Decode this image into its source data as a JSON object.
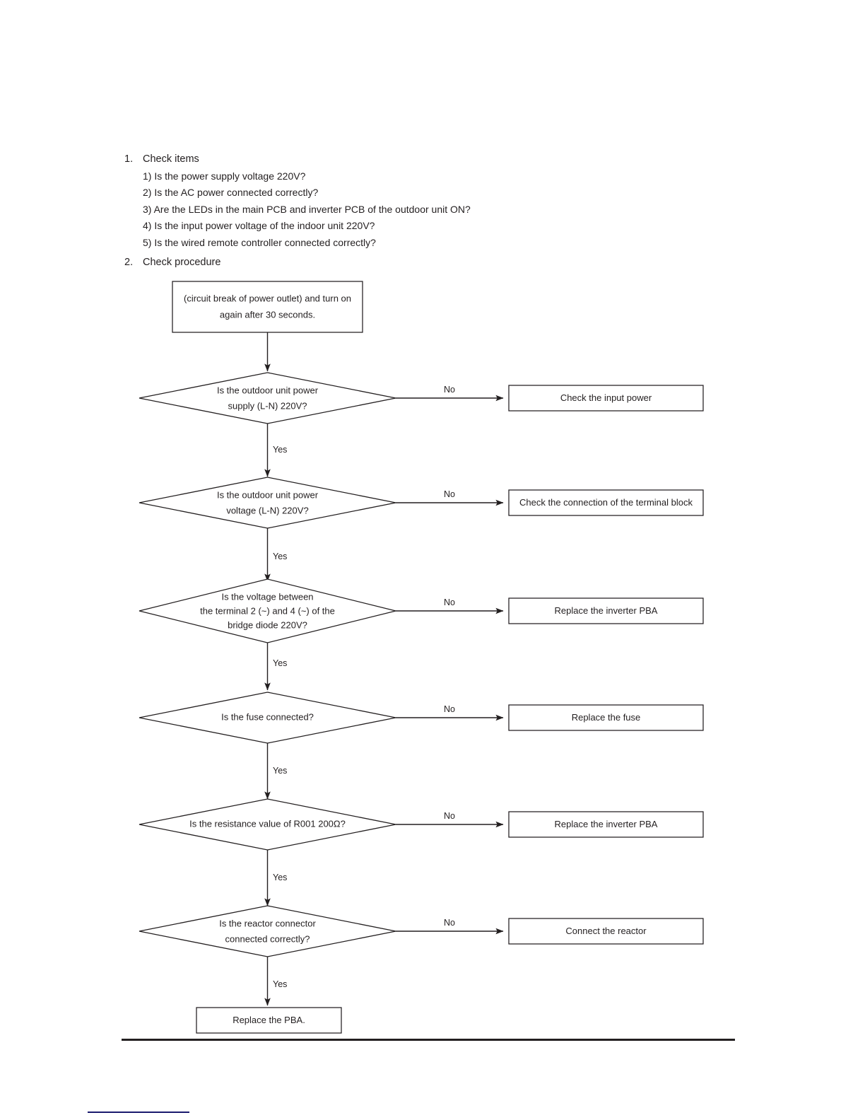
{
  "document": {
    "sections": [
      {
        "number": "1.",
        "title": "Check items",
        "items": [
          "1) Is the power supply voltage 220V?",
          "2) Is the AC power connected correctly?",
          "3) Are the LEDs in the main PCB and inverter PCB of the outdoor unit ON?",
          "4) Is the input power voltage of the indoor unit 220V?",
          "5) Is the wired remote controller connected correctly?"
        ]
      },
      {
        "number": "2.",
        "title": "Check procedure",
        "items": []
      }
    ]
  },
  "flowchart": {
    "start": {
      "line1": "(circuit break of power outlet) and turn on",
      "line2": "again after 30 seconds."
    },
    "yes_label": "Yes",
    "no_label": "No",
    "steps": [
      {
        "question_line1": "Is the outdoor unit power",
        "question_line2": "supply (L-N) 220V?",
        "question_line3": "",
        "action": "Check the input power"
      },
      {
        "question_line1": "Is the outdoor unit power",
        "question_line2": "voltage (L-N) 220V?",
        "question_line3": "",
        "action": "Check the connection of the terminal block"
      },
      {
        "question_line1": "Is the voltage between",
        "question_line2": "the terminal 2 (~) and 4 (~) of the",
        "question_line3": "bridge diode 220V?",
        "action": "Replace the inverter PBA"
      },
      {
        "question_line1": "Is the fuse connected?",
        "question_line2": "",
        "question_line3": "",
        "action": "Replace the fuse"
      },
      {
        "question_line1": "Is the resistance value of R001 200Ω?",
        "question_line2": "",
        "question_line3": "",
        "action": "Replace the inverter PBA"
      },
      {
        "question_line1": "Is the reactor connector",
        "question_line2": "connected correctly?",
        "question_line3": "",
        "action": "Connect the reactor"
      }
    ],
    "end": "Replace the PBA."
  },
  "colors": {
    "ink": "#231f20",
    "footer_rule": "#1a1a6e",
    "shape_fill": "#ffffff"
  }
}
